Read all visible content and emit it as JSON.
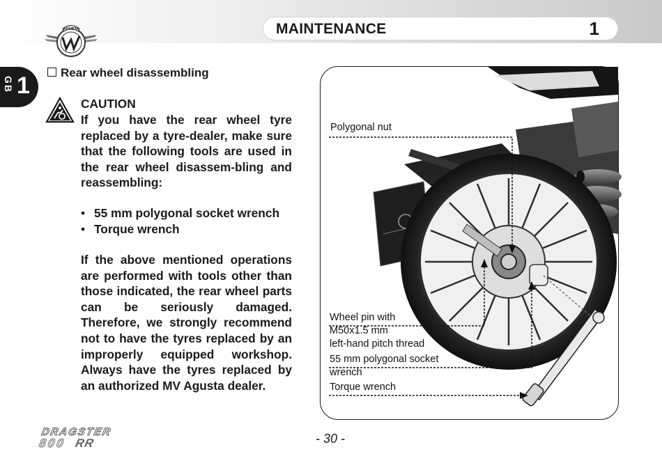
{
  "header": {
    "brand_logo": "MV Agusta logo",
    "brand_logo_text": "AGUSTA",
    "section_title": "MAINTENANCE",
    "section_number": "1"
  },
  "side_tab": {
    "language": "GB",
    "chapter": "1"
  },
  "section_heading": "Rear wheel disassembling",
  "caution": {
    "icon": "warning-triangle-icon",
    "title": "CAUTION",
    "text": "If you have the rear wheel tyre replaced by a tyre-dealer, make sure that the following tools are used in the rear wheel disassem-bling and reassembling:"
  },
  "tools": [
    "55 mm polygonal socket wrench",
    "Torque wrench"
  ],
  "warning_text": "If the above mentioned operations are performed with tools other than those indicated, the rear wheel parts can be seriously damaged. Therefore, we strongly recommend not to have the tyres replaced by an improperly equipped workshop. Always have the tyres replaced by an authorized MV Agusta dealer.",
  "figure": {
    "callouts": {
      "polygonal_nut": "Polygonal nut",
      "wheel_pin": "Wheel pin with\nM50x1.5 mm\nleft-hand pitch thread",
      "socket_wrench": "55 mm polygonal socket\nwrench",
      "torque_wrench": "Torque wrench"
    }
  },
  "footer": {
    "model_logo": "DRAGSTER 800 RR",
    "page_number": "- 30 -"
  },
  "colors": {
    "text": "#1a1a1a",
    "header_gradient_end": "#c9c9c9",
    "tab_background": "#1a1a1a"
  }
}
